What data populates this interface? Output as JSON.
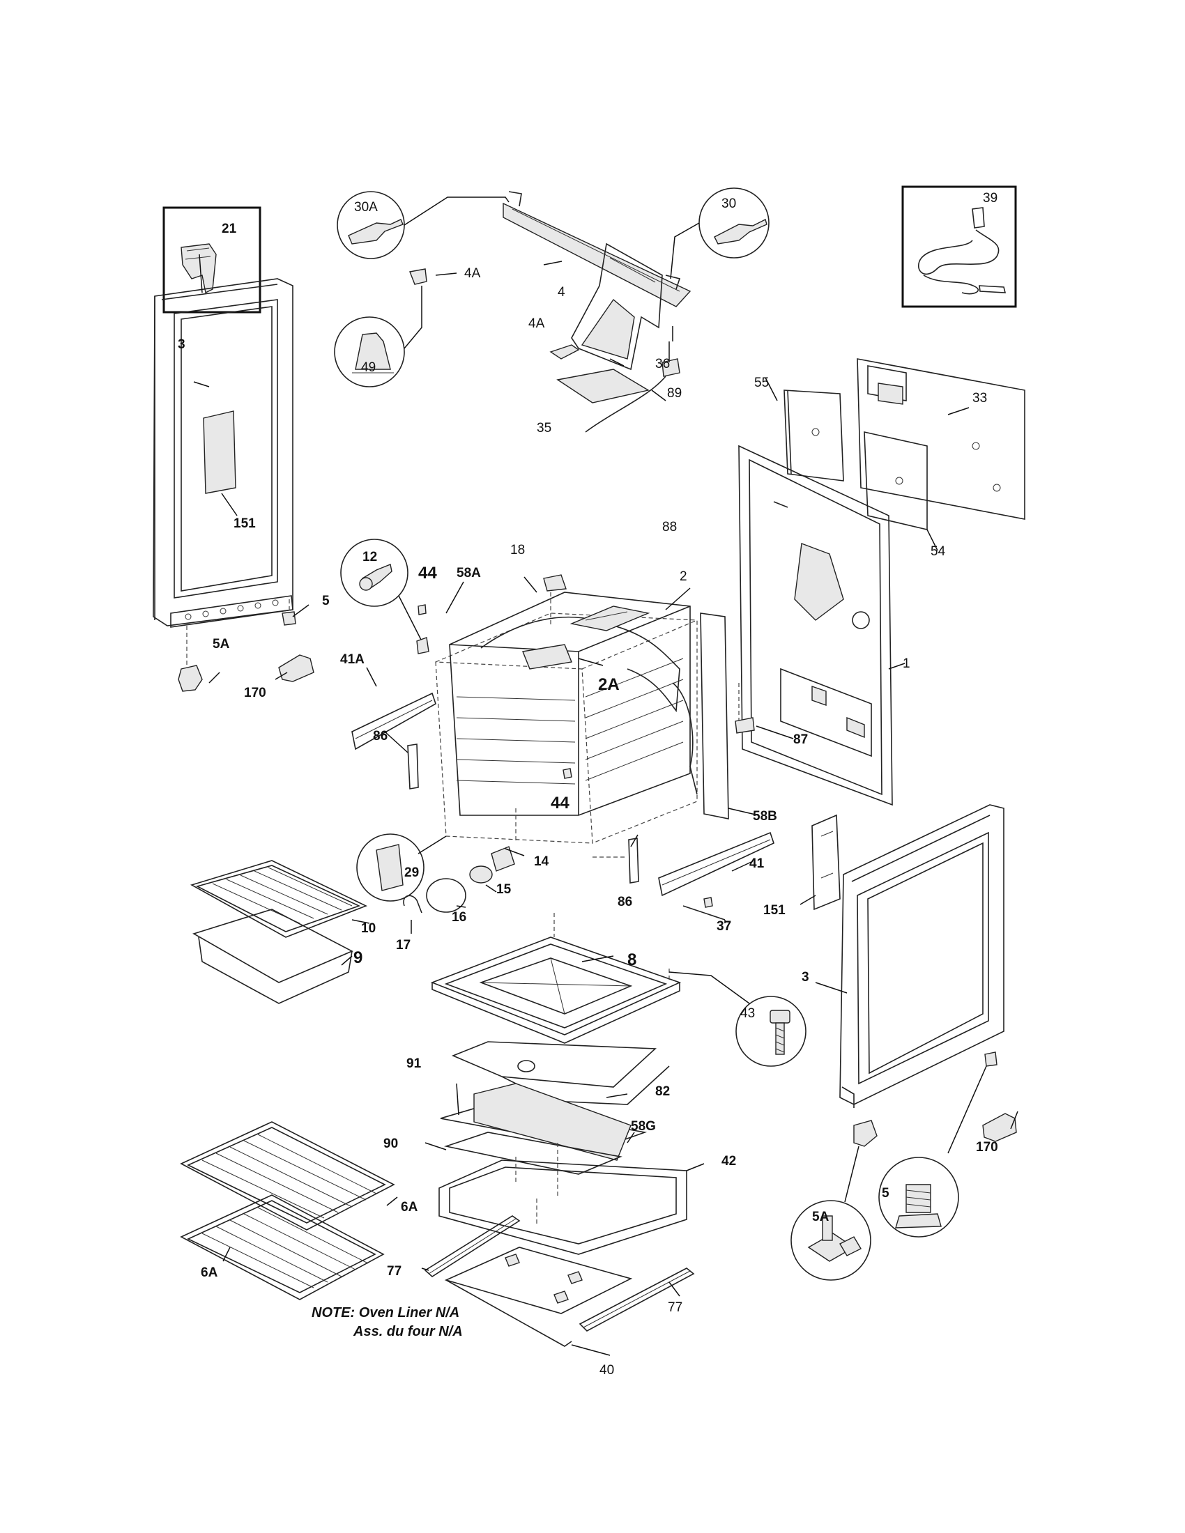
{
  "labels": {
    "l21": "21",
    "l39": "39",
    "l30A": "30A",
    "l30": "30",
    "l4A_top": "4A",
    "l4": "4",
    "l49": "49",
    "l4A_mid": "4A",
    "l36": "36",
    "l3_left": "3",
    "l55": "55",
    "l33": "33",
    "l35": "35",
    "l89": "89",
    "l88": "88",
    "l151_left": "151",
    "l54": "54",
    "l12": "12",
    "l18": "18",
    "l44_top": "44",
    "l58A": "58A",
    "l2": "2",
    "l5_left": "5",
    "l5A_left": "5A",
    "l170_left": "170",
    "l41A": "41A",
    "l2A": "2A",
    "l1": "1",
    "l87": "87",
    "l86_left": "86",
    "l44_bot": "44",
    "l58B": "58B",
    "l29": "29",
    "l14": "14",
    "l15": "15",
    "l41": "41",
    "l86_right": "86",
    "l151_right": "151",
    "l37": "37",
    "l10": "10",
    "l9": "9",
    "l16": "16",
    "l17": "17",
    "l8": "8",
    "l43": "43",
    "l3_right": "3",
    "l91": "91",
    "l82": "82",
    "l58G": "58G",
    "l90": "90",
    "l42": "42",
    "l170_right": "170",
    "l6A_top": "6A",
    "l5_right": "5",
    "l5A_right": "5A",
    "l6A_bot": "6A",
    "l77_left": "77",
    "l77_right": "77",
    "l40": "40"
  },
  "note": {
    "line1": "NOTE: Oven Liner N/A",
    "line2": "Ass. du four N/A"
  }
}
